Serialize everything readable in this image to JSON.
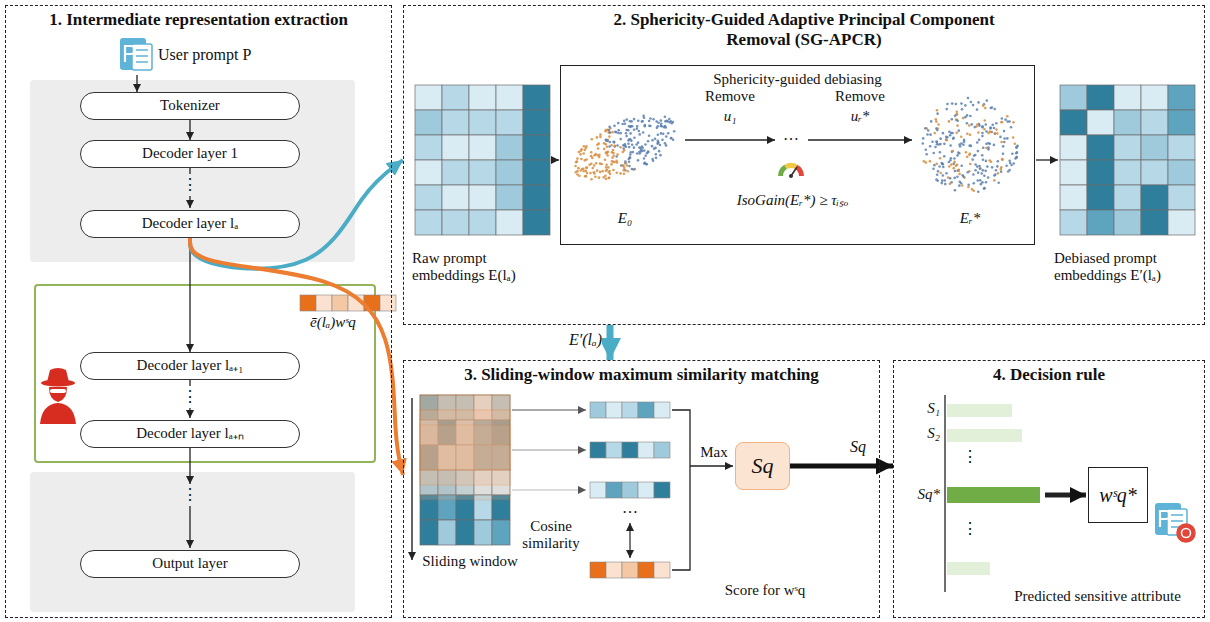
{
  "diagram": {
    "nodes": [
      {
        "text": [
          "1. Intermediate representation extraction"
        ]
      },
      {
        "text": [
          "User prompt P"
        ],
        "in": 0
      },
      {
        "text": [
          "Tokenizer"
        ],
        "in": 0
      },
      {
        "text": [
          "Decoder layer 1"
        ],
        "in": 0
      },
      {
        "text": [
          "Decoder layer lₐ"
        ],
        "in": 0
      },
      {
        "text": [
          "Decoder layer lₐ₊₁"
        ],
        "in": 0
      },
      {
        "text": [
          "Decoder layer lₐ₊ₙ"
        ],
        "in": 0
      },
      {
        "text": [
          "Output layer"
        ],
        "in": 0
      },
      {
        "text": [
          "2. Sphericity-Guided Adaptive Principal Component Removal (SG-APCR)"
        ]
      },
      {
        "text": [
          "Sphericity-guided debiasing"
        ],
        "in": 8
      },
      {
        "text": [
          "3. Sliding-window maximum similarity matching"
        ]
      },
      {
        "text": [
          "Sq"
        ],
        "in": 10
      },
      {
        "text": [
          "4. Decision rule"
        ]
      },
      {
        "text": [
          "wˢq*"
        ],
        "in": 12
      }
    ],
    "edges": [
      {
        "from": 1,
        "to": 2,
        "arrow": "to"
      },
      {
        "from": 2,
        "to": 3,
        "arrow": "to"
      },
      {
        "from": 4,
        "to": 5,
        "arrow": "to"
      },
      {
        "from": 4,
        "to": 8,
        "arrow": "to"
      },
      {
        "from": 4,
        "to": 10,
        "arrow": "to"
      },
      {
        "from": 8,
        "to": 10,
        "label": "E′(lₐ)",
        "arrow": "to"
      },
      {
        "from": 11,
        "to": 12,
        "label": "Sq",
        "arrow": "to"
      }
    ],
    "labels": [
      "⋮",
      "⋮",
      "⋮",
      "ē(lₐ)wˢq",
      "Raw prompt embeddings E(lₐ)",
      "E₀",
      "Remove",
      "u₁",
      "…",
      "Remove",
      "uᵣ*",
      "IsoGain(Eᵣ*) ≥ τᵢₛₒ",
      "Eᵣ*",
      "Debiased prompt embeddings E′(lₐ)",
      "Sliding window",
      "…",
      "Cosine similarity",
      "Max",
      "Score for wˢq",
      "S₁",
      "S₂",
      "⋮",
      "Sq*",
      "⋮",
      "Predicted sensitive attribute"
    ]
  }
}
